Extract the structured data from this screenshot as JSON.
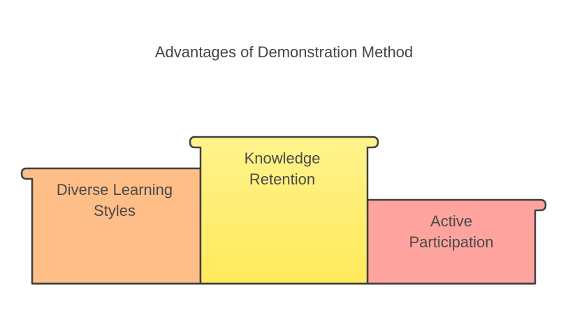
{
  "title": "Advantages of Demonstration Method",
  "blocks": [
    {
      "id": "left",
      "label_line1": "Diverse Learning",
      "label_line2": "Styles",
      "fill": "#FFBD88"
    },
    {
      "id": "middle",
      "label_line1": "Knowledge",
      "label_line2": "Retention",
      "fill": "#FFF27A"
    },
    {
      "id": "right",
      "label_line1": "Active",
      "label_line2": "Participation",
      "fill": "#FFA39E"
    }
  ],
  "colors": {
    "outline": "#404040",
    "text": "#4a4a4a",
    "background": "#ffffff"
  }
}
